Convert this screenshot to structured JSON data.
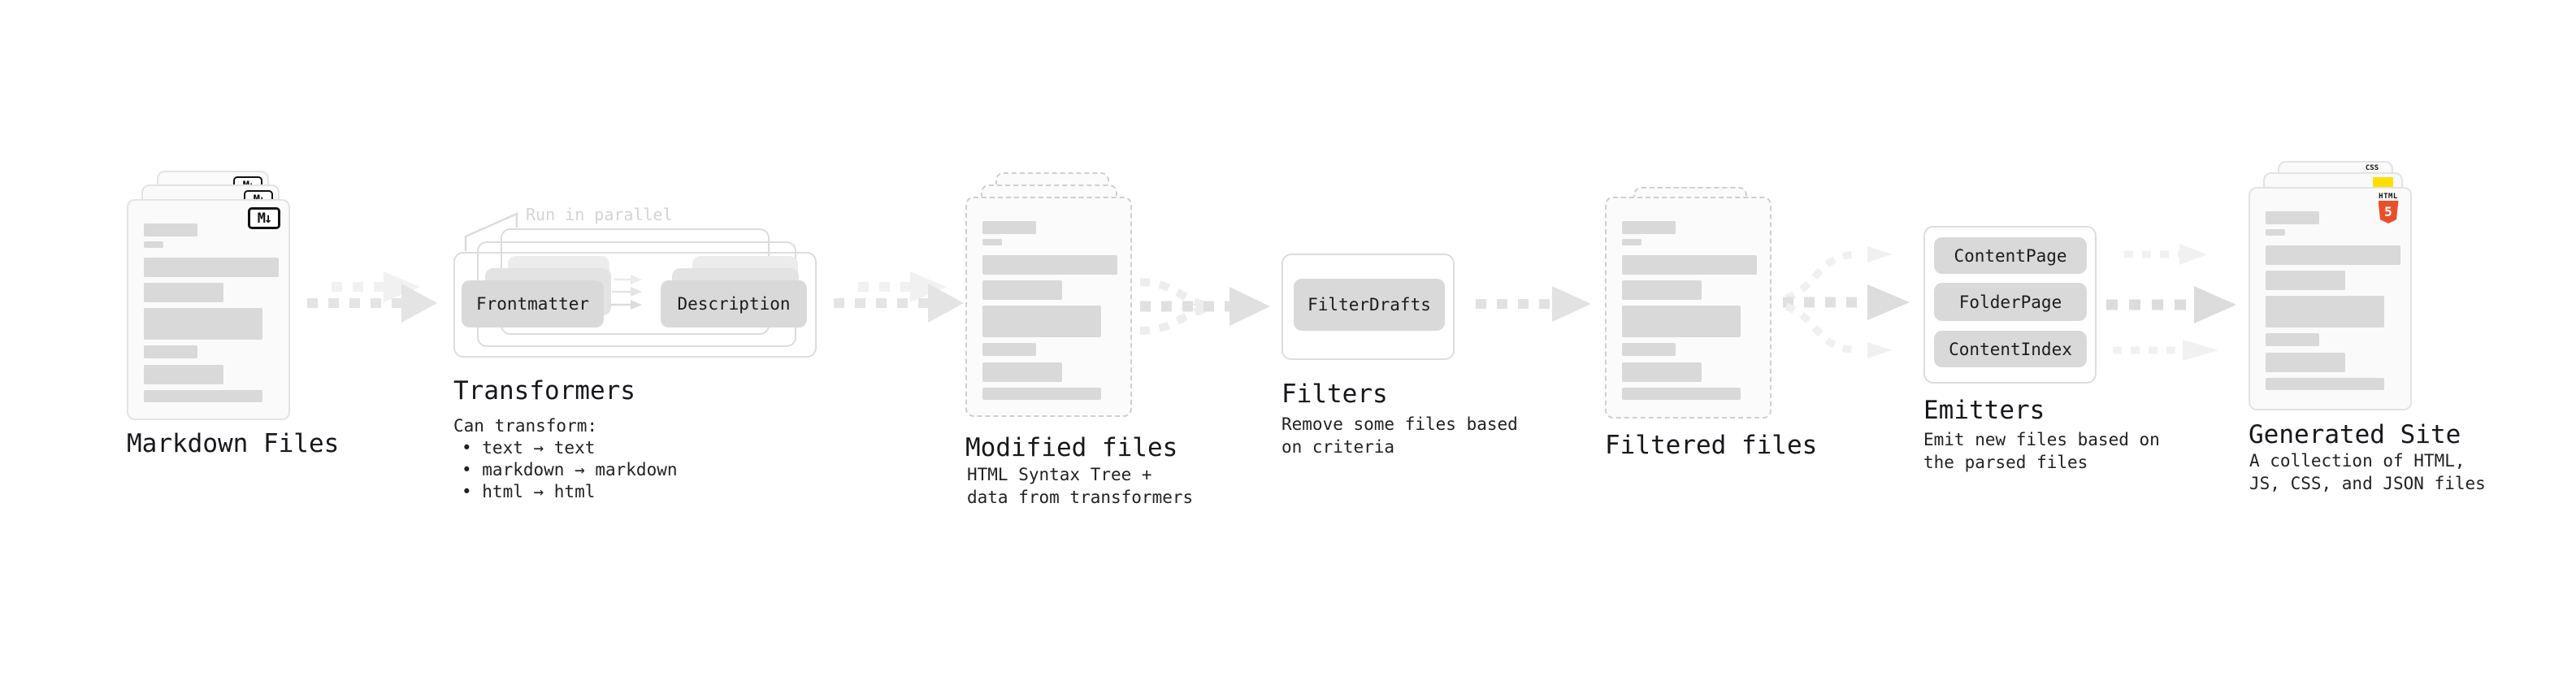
{
  "stages": {
    "markdown": {
      "label": "Markdown Files",
      "file_icon": "M↓"
    },
    "transformers": {
      "heading": "Transformers",
      "annotation": "Run in parallel",
      "node_front": "Frontmatter",
      "node_back": "Description",
      "desc_title": "Can transform:",
      "bullets": [
        "• text → text",
        "• markdown → markdown",
        "• html → html"
      ]
    },
    "modified": {
      "label": "Modified files",
      "desc": "HTML Syntax Tree +\ndata from transformers"
    },
    "filters": {
      "heading": "Filters",
      "node": "FilterDrafts",
      "desc": "Remove some files based\non criteria"
    },
    "filtered": {
      "label": "Filtered files"
    },
    "emitters": {
      "heading": "Emitters",
      "nodes": [
        "ContentPage",
        "FolderPage",
        "ContentIndex"
      ],
      "desc": "Emit new files based on\nthe parsed files"
    },
    "generated": {
      "label": "Generated Site",
      "desc": "A collection of HTML,\nJS, CSS, and JSON files",
      "css_icon": "CSS",
      "html_icon_word": "HTML",
      "html_icon_number": "5"
    }
  },
  "colors": {
    "html5_orange": "#e8502c",
    "js_yellow": "#ffdf00",
    "css_blue": "#2970ff"
  }
}
